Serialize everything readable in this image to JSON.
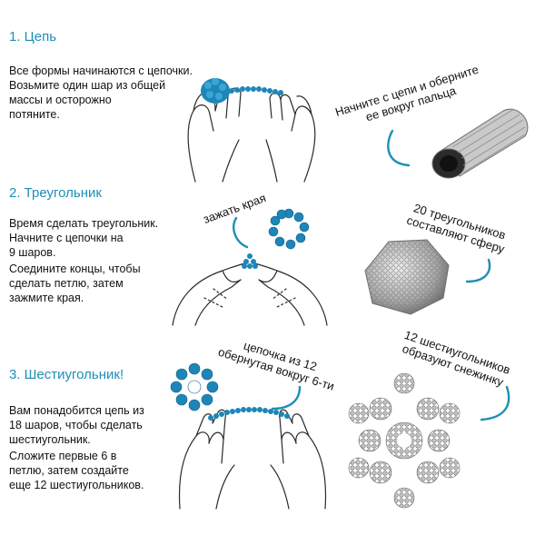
{
  "sections": [
    {
      "title": "1. Цепь",
      "lines": [
        "Все формы начинаются с цепочки.",
        "Возьмите один шар из общей",
        "массы и осторожно",
        "потяните."
      ],
      "callout": [
        "Начните с цепи и оберните",
        "ее вокруг пальца"
      ]
    },
    {
      "title": "2. Треугольник",
      "lines": [
        "Время сделать треугольник.",
        "Начните с цепочки на",
        "9 шаров.",
        "Соедините концы, чтобы",
        "сделать петлю, затем",
        "зажмите края."
      ],
      "label": "зажать края",
      "callout": [
        "20 треугольников",
        "составляют сферу"
      ]
    },
    {
      "title": "3. Шестиугольник!",
      "lines": [
        "Вам понадобится цепь из",
        "18 шаров, чтобы сделать",
        "шестиугольник.",
        "Сложите первые 6 в",
        "петлю, затем создайте",
        "еще 12 шестиугольников."
      ],
      "label": [
        "цепочка из 12",
        "обернутая вокруг 6-ти"
      ],
      "callout": [
        "12 шестиугольников",
        "образуют снежинку"
      ]
    }
  ],
  "colors": {
    "accent": "#1e8fb6",
    "bead_blue": "#1d86b8",
    "silver": "#b9b9b9"
  }
}
